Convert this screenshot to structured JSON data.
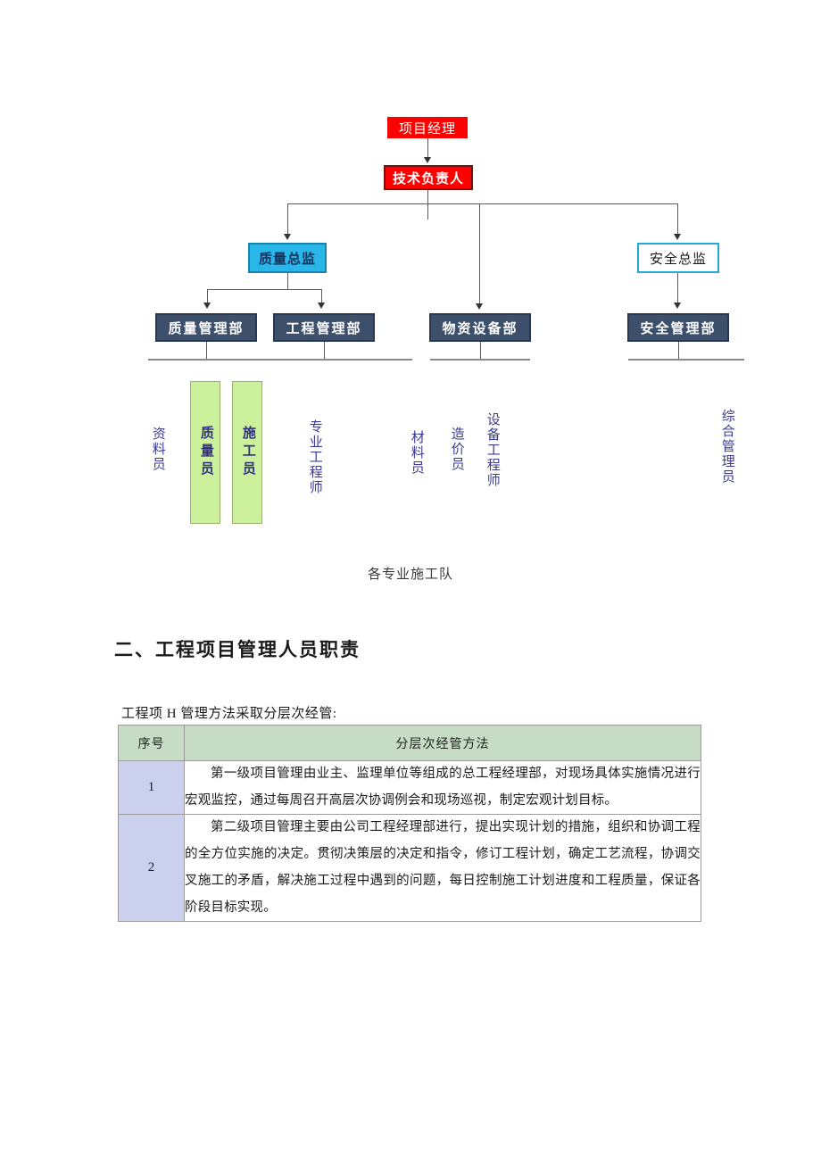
{
  "chart": {
    "title_caption": "各专业施工队",
    "nodes": {
      "project_manager": "项目经理",
      "technical_lead": "技术负责人",
      "quality_director": "质量总监",
      "safety_director": "安全总监",
      "quality_dept": "质量管理部",
      "engineering_dept": "工程管理部",
      "materials_dept": "物资设备部",
      "safety_dept": "安全管理部"
    },
    "roles": [
      {
        "label": "资料员",
        "style": "plain"
      },
      {
        "label": "质量员",
        "style": "green-box"
      },
      {
        "label": "施工员",
        "style": "green-box"
      },
      {
        "label": "专业工程师",
        "style": "plain"
      },
      {
        "label": "材料员",
        "style": "plain"
      },
      {
        "label": "造价员",
        "style": "plain"
      },
      {
        "label": "设备工程师",
        "style": "plain"
      },
      {
        "label": "综合管理员",
        "style": "plain"
      }
    ],
    "colors": {
      "red": "#ff0000",
      "cyan": "#29b6e8",
      "navy": "#3c4f6b",
      "green": "#cdf09c",
      "connector": "#5a5a5a"
    }
  },
  "section": {
    "heading": "二、工程项目管理人员职责",
    "intro": "工程项 H 管理方法采取分层次经管:"
  },
  "table": {
    "headers": [
      "序号",
      "分层次经管方法"
    ],
    "rows": [
      {
        "num": "1",
        "text": "第一级项目管理由业主、监理单位等组成的总工程经理部，对现场具体实施情况进行宏观监控，通过每周召开高层次协调例会和现场巡视，制定宏观计划目标。"
      },
      {
        "num": "2",
        "text": "第二级项目管理主要由公司工程经理部进行，提出实现计划的措施，组织和协调工程的全方位实施的决定。贯彻决策层的决定和指令，修订工程计划，确定工艺流程，协调交叉施工的矛盾，解决施工过程中遇到的问题，每日控制施工计划进度和工程质量，保证各阶段目标实现。"
      }
    ]
  }
}
